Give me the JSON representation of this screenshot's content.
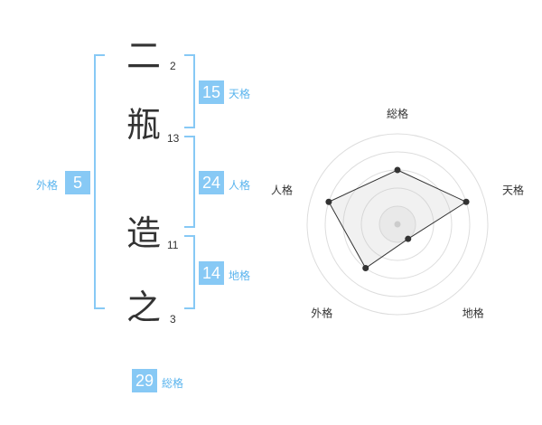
{
  "name": {
    "chars": [
      {
        "char": "二",
        "strokes": "2"
      },
      {
        "char": "瓶",
        "strokes": "13"
      },
      {
        "char": "造",
        "strokes": "11"
      },
      {
        "char": "之",
        "strokes": "3"
      }
    ]
  },
  "fortunes": {
    "tenkaku": {
      "value": "15",
      "label": "天格"
    },
    "jinkaku": {
      "value": "24",
      "label": "人格"
    },
    "chikaku": {
      "value": "14",
      "label": "地格"
    },
    "gaikaku": {
      "value": "5",
      "label": "外格"
    },
    "soukaku": {
      "value": "29",
      "label": "総格"
    }
  },
  "colors": {
    "accent": "#87c9f5",
    "accent_text": "#5ab4ee",
    "text": "#333333"
  },
  "chart_data": {
    "type": "radar",
    "axes": [
      "総格",
      "天格",
      "地格",
      "外格",
      "人格"
    ],
    "values": [
      3,
      4,
      1,
      3,
      4
    ],
    "rmax": 5,
    "rings": 5
  }
}
